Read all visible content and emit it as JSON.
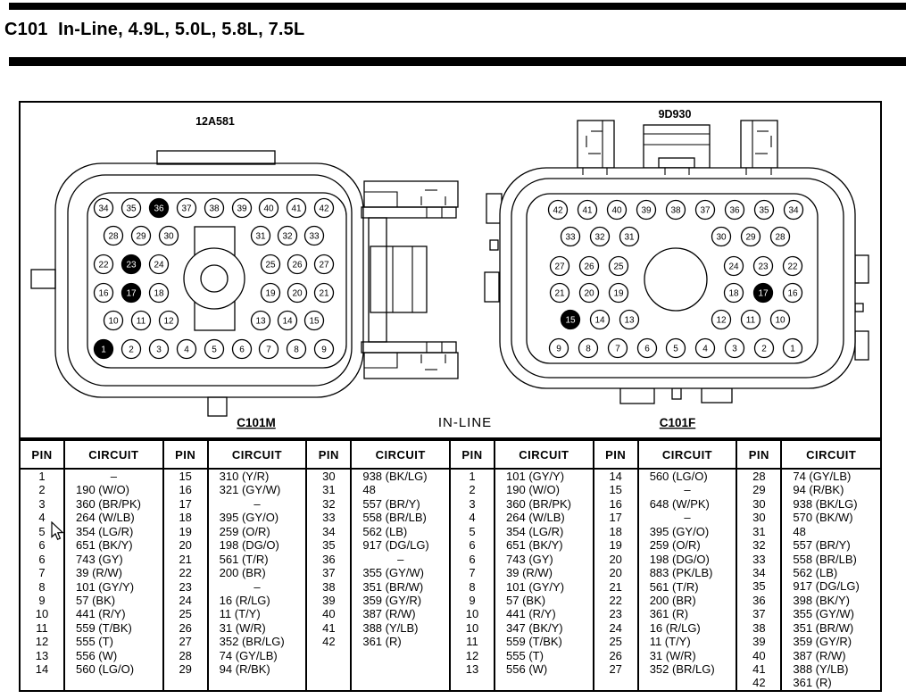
{
  "page": {
    "title": "C101  In-Line, 4.9L, 5.0L, 5.8L, 7.5L"
  },
  "diagram": {
    "center_label": "IN-LINE",
    "left_connector": {
      "part_label": "12A581",
      "name_label": "C101M",
      "pin_rows": [
        [
          34,
          35,
          36,
          37,
          38,
          39,
          40,
          41,
          42
        ],
        [
          28,
          29,
          30,
          31,
          32,
          33
        ],
        [
          22,
          23,
          24,
          25,
          26,
          27
        ],
        [
          16,
          17,
          18,
          19,
          20,
          21
        ],
        [
          10,
          11,
          12,
          13,
          14,
          15
        ],
        [
          1,
          2,
          3,
          4,
          5,
          6,
          7,
          8,
          9
        ]
      ],
      "filled_pins": [
        1,
        17,
        23,
        36
      ]
    },
    "right_connector": {
      "part_label": "9D930",
      "name_label": "C101F",
      "pin_rows": [
        [
          42,
          41,
          40,
          39,
          38,
          37,
          36,
          35,
          34
        ],
        [
          33,
          32,
          31,
          30,
          29,
          28
        ],
        [
          27,
          26,
          25,
          24,
          23,
          22
        ],
        [
          21,
          20,
          19,
          18,
          17,
          16
        ],
        [
          15,
          14,
          13,
          12,
          11,
          10
        ],
        [
          9,
          8,
          7,
          6,
          5,
          4,
          3,
          2,
          1
        ]
      ],
      "filled_pins": [
        15,
        17
      ]
    }
  },
  "table": {
    "pin_header": "PIN",
    "circuit_header": "CIRCUIT",
    "groups": [
      {
        "rows": [
          [
            "1",
            "–"
          ],
          [
            "2",
            "190 (W/O)"
          ],
          [
            "3",
            "360 (BR/PK)"
          ],
          [
            "4",
            "264 (W/LB)"
          ],
          [
            "5",
            "354 (LG/R)"
          ],
          [
            "6",
            "651 (BK/Y)"
          ],
          [
            "6",
            "743 (GY)"
          ],
          [
            "7",
            "39 (R/W)"
          ],
          [
            "8",
            "101 (GY/Y)"
          ],
          [
            "9",
            "57 (BK)"
          ],
          [
            "10",
            "441 (R/Y)"
          ],
          [
            "11",
            "559 (T/BK)"
          ],
          [
            "12",
            "555 (T)"
          ],
          [
            "13",
            "556 (W)"
          ],
          [
            "14",
            "560 (LG/O)"
          ]
        ]
      },
      {
        "rows": [
          [
            "15",
            "310 (Y/R)"
          ],
          [
            "16",
            "321 (GY/W)"
          ],
          [
            "17",
            "–"
          ],
          [
            "18",
            "395 (GY/O)"
          ],
          [
            "19",
            "259 (O/R)"
          ],
          [
            "20",
            "198 (DG/O)"
          ],
          [
            "21",
            "561 (T/R)"
          ],
          [
            "22",
            "200 (BR)"
          ],
          [
            "23",
            "–"
          ],
          [
            "24",
            "16 (R/LG)"
          ],
          [
            "25",
            "11 (T/Y)"
          ],
          [
            "26",
            "31 (W/R)"
          ],
          [
            "27",
            "352 (BR/LG)"
          ],
          [
            "28",
            "74 (GY/LB)"
          ],
          [
            "29",
            "94 (R/BK)"
          ]
        ]
      },
      {
        "rows": [
          [
            "30",
            "938 (BK/LG)"
          ],
          [
            "31",
            "48"
          ],
          [
            "32",
            "557 (BR/Y)"
          ],
          [
            "33",
            "558 (BR/LB)"
          ],
          [
            "34",
            "562 (LB)"
          ],
          [
            "35",
            "917 (DG/LG)"
          ],
          [
            "36",
            "–"
          ],
          [
            "37",
            "355 (GY/W)"
          ],
          [
            "38",
            "351 (BR/W)"
          ],
          [
            "39",
            "359 (GY/R)"
          ],
          [
            "40",
            "387 (R/W)"
          ],
          [
            "41",
            "388 (Y/LB)"
          ],
          [
            "42",
            "361 (R)"
          ]
        ]
      },
      {
        "rows": [
          [
            "1",
            "101 (GY/Y)"
          ],
          [
            "2",
            "190 (W/O)"
          ],
          [
            "3",
            "360 (BR/PK)"
          ],
          [
            "4",
            "264 (W/LB)"
          ],
          [
            "5",
            "354 (LG/R)"
          ],
          [
            "6",
            "651 (BK/Y)"
          ],
          [
            "6",
            "743 (GY)"
          ],
          [
            "7",
            "39 (R/W)"
          ],
          [
            "8",
            "101 (GY/Y)"
          ],
          [
            "9",
            "57 (BK)"
          ],
          [
            "10",
            "441 (R/Y)"
          ],
          [
            "10",
            "347 (BK/Y)"
          ],
          [
            "11",
            "559 (T/BK)"
          ],
          [
            "12",
            "555 (T)"
          ],
          [
            "13",
            "556 (W)"
          ]
        ]
      },
      {
        "rows": [
          [
            "14",
            "560 (LG/O)"
          ],
          [
            "15",
            "–"
          ],
          [
            "16",
            "648 (W/PK)"
          ],
          [
            "17",
            "–"
          ],
          [
            "18",
            "395 (GY/O)"
          ],
          [
            "19",
            "259 (O/R)"
          ],
          [
            "20",
            "198 (DG/O)"
          ],
          [
            "20",
            "883 (PK/LB)"
          ],
          [
            "21",
            "561 (T/R)"
          ],
          [
            "22",
            "200 (BR)"
          ],
          [
            "23",
            "361 (R)"
          ],
          [
            "24",
            "16 (R/LG)"
          ],
          [
            "25",
            "11 (T/Y)"
          ],
          [
            "26",
            "31 (W/R)"
          ],
          [
            "27",
            "352 (BR/LG)"
          ]
        ]
      },
      {
        "rows": [
          [
            "28",
            "74 (GY/LB)"
          ],
          [
            "29",
            "94 (R/BK)"
          ],
          [
            "30",
            "938 (BK/LG)"
          ],
          [
            "30",
            "570 (BK/W)"
          ],
          [
            "31",
            "48"
          ],
          [
            "32",
            "557 (BR/Y)"
          ],
          [
            "33",
            "558 (BR/LB)"
          ],
          [
            "34",
            "562 (LB)"
          ],
          [
            "35",
            "917 (DG/LG)"
          ],
          [
            "36",
            "398 (BK/Y)"
          ],
          [
            "37",
            "355 (GY/W)"
          ],
          [
            "38",
            "351 (BR/W)"
          ],
          [
            "39",
            "359 (GY/R)"
          ],
          [
            "40",
            "387 (R/W)"
          ],
          [
            "41",
            "388 (Y/LB)"
          ],
          [
            "42",
            "361 (R)"
          ]
        ]
      }
    ]
  }
}
